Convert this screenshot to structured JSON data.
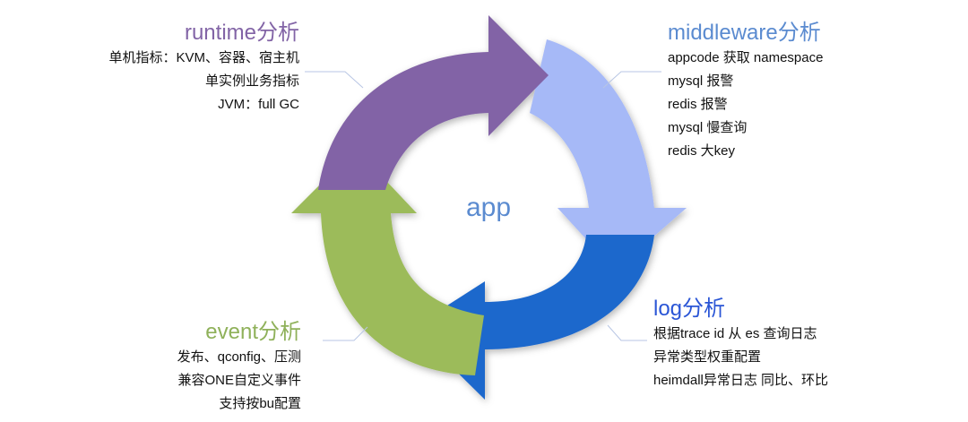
{
  "center": {
    "label": "app",
    "color": "#5b8bd0"
  },
  "sections": {
    "runtime": {
      "title": "runtime分析",
      "color": "#8264a6",
      "items": [
        "单机指标：KVM、容器、宿主机",
        "单实例业务指标",
        "JVM：full GC"
      ]
    },
    "middleware": {
      "title": "middleware分析",
      "color": "#5b8bd0",
      "items": [
        "appcode 获取 namespace",
        "mysql 报警",
        "redis 报警",
        "mysql 慢查询",
        "redis 大key"
      ]
    },
    "log": {
      "title": "log分析",
      "color": "#2b56d6",
      "items": [
        "根据trace id 从 es 查询日志",
        "异常类型权重配置",
        "heimdall异常日志 同比、环比"
      ]
    },
    "event": {
      "title": "event分析",
      "color": "#8fb15a",
      "items": [
        "发布、qconfig、压测",
        "兼容ONE自定义事件",
        "支持按bu配置"
      ]
    }
  },
  "arrow_colors": {
    "runtime": "#8264a6",
    "middleware": "#a6b9f7",
    "log": "#1f68cc",
    "event": "#9cbb5a"
  }
}
